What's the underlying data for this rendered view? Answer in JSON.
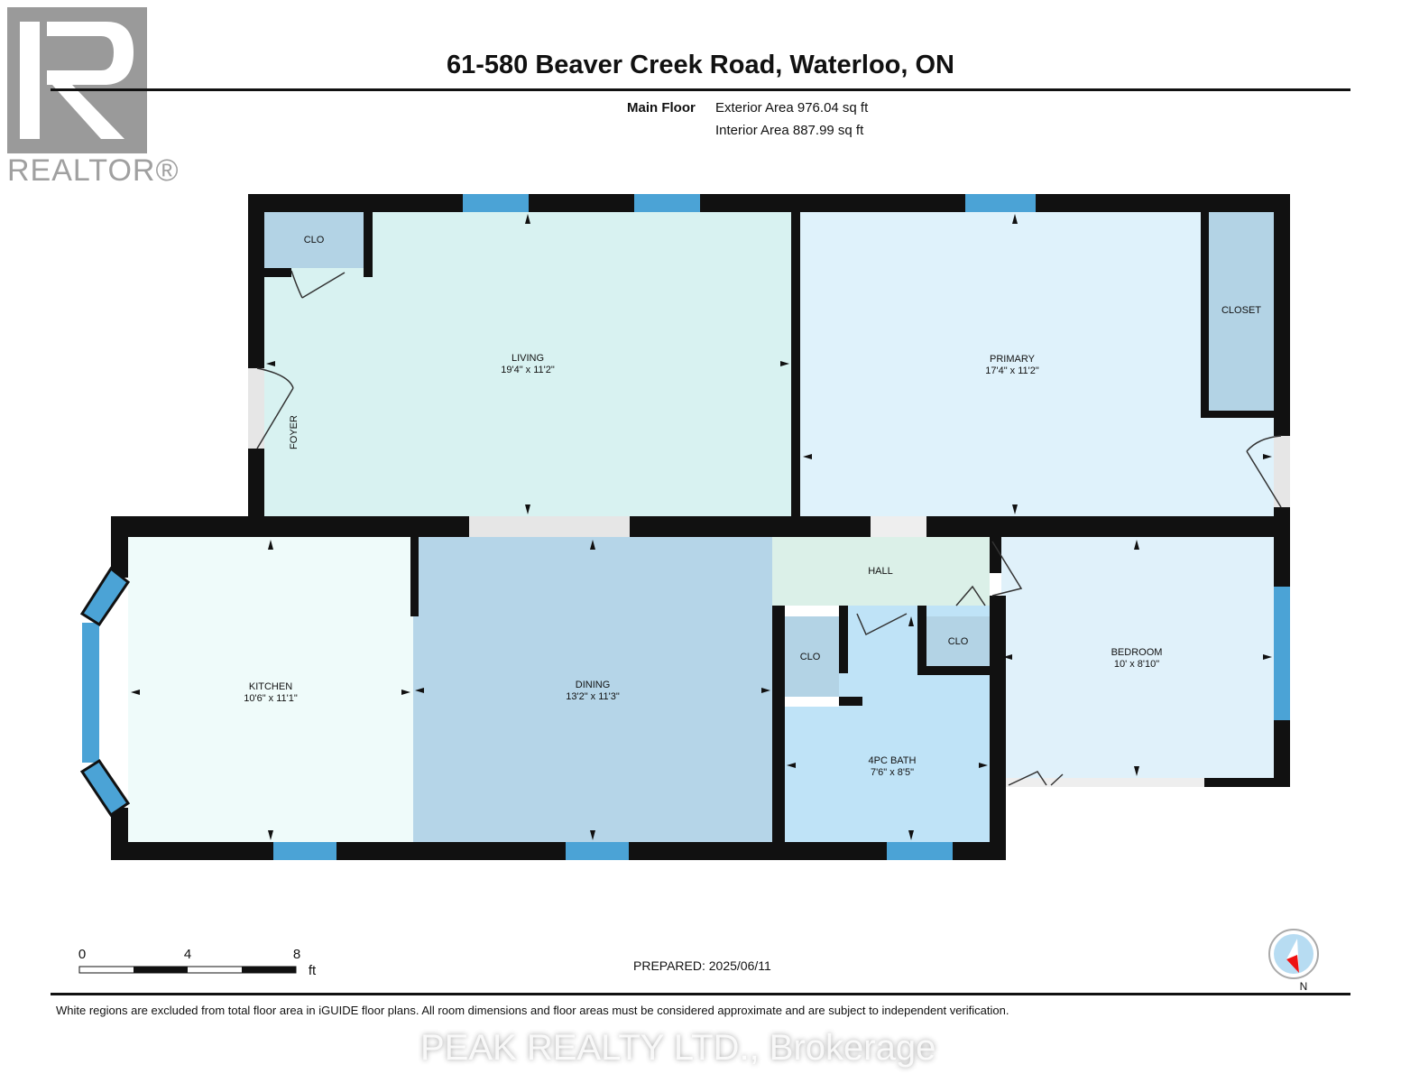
{
  "header": {
    "title": "61-580 Beaver Creek Road, Waterloo, ON",
    "floor_name": "Main Floor",
    "exterior_area": "Exterior Area 976.04 sq ft",
    "interior_area": "Interior Area 887.99 sq ft"
  },
  "logo": {
    "text": "REALTOR®"
  },
  "rooms": {
    "living": {
      "name": "LIVING",
      "dims": "19'4\" x 11'2\""
    },
    "primary": {
      "name": "PRIMARY",
      "dims": "17'4\" x 11'2\""
    },
    "kitchen": {
      "name": "KITCHEN",
      "dims": "10'6\" x 11'1\""
    },
    "dining": {
      "name": "DINING",
      "dims": "13'2\" x 11'3\""
    },
    "bedroom": {
      "name": "BEDROOM",
      "dims": "10' x 8'10\""
    },
    "bath": {
      "name": "4PC BATH",
      "dims": "7'6\" x 8'5\""
    },
    "hall": {
      "name": "HALL"
    },
    "foyer": {
      "name": "FOYER"
    },
    "closet_primary": {
      "name": "CLOSET"
    },
    "clo_living": {
      "name": "CLO"
    },
    "clo_bath": {
      "name": "CLO"
    },
    "clo_hall": {
      "name": "CLO"
    }
  },
  "scale": {
    "ticks": [
      "0",
      "4",
      "8"
    ],
    "unit": "ft"
  },
  "compass": {
    "label": "N"
  },
  "footer": {
    "prepared": "PREPARED: 2025/06/11",
    "disclaimer": "White regions are excluded from total floor area in iGUIDE floor plans. All room dimensions and floor areas must be considered approximate and are subject to independent verification.",
    "watermark": "PEAK REALTY LTD., Brokerage"
  },
  "colors": {
    "wall": "#111111",
    "window": "#4ba3d6",
    "living": "#d8f2f1",
    "primary": "#dff2fb",
    "kitchen": "#effbfa",
    "dining": "#b5d5e8",
    "hall": "#dbf0e8",
    "bath": "#bfe3f7",
    "bedroom": "#e0f1fa",
    "closet": "#b3d3e5"
  }
}
